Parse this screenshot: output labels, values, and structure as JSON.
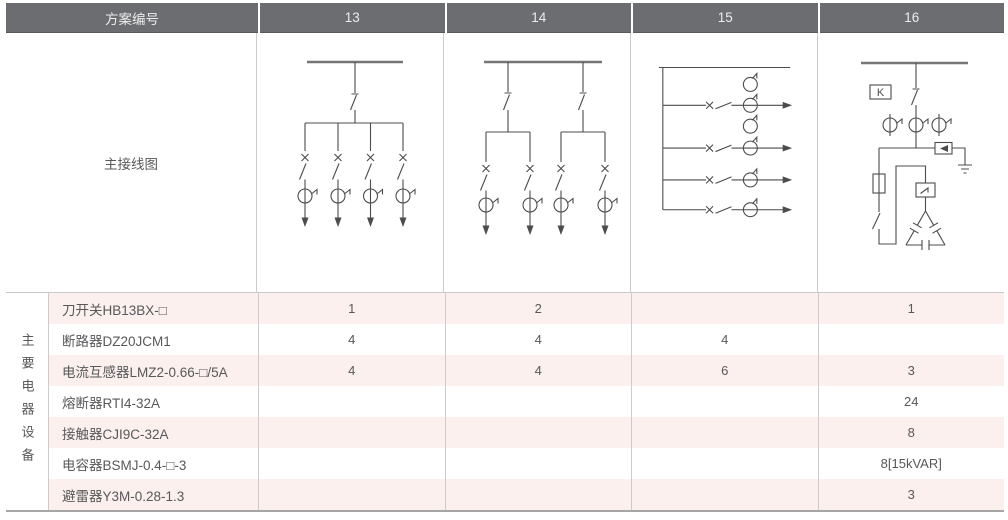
{
  "header": {
    "scheme_label": "方案编号",
    "columns": [
      "13",
      "14",
      "15",
      "16"
    ]
  },
  "diagram_row": {
    "label": "主接线图",
    "k_box_label": "K"
  },
  "equipment": {
    "side_label": "主要电器设备",
    "rows": [
      {
        "name": "刀开关HB13BX-□",
        "values": [
          "1",
          "2",
          "",
          "1"
        ]
      },
      {
        "name": "断路器DZ20JCM1",
        "values": [
          "4",
          "4",
          "4",
          ""
        ]
      },
      {
        "name": "电流互感器LMZ2-0.66-□/5A",
        "values": [
          "4",
          "4",
          "6",
          "3"
        ]
      },
      {
        "name": "熔断器RTI4-32A",
        "values": [
          "",
          "",
          "",
          "24"
        ]
      },
      {
        "name": "接触器CJI9C-32A",
        "values": [
          "",
          "",
          "",
          "8"
        ]
      },
      {
        "name": "电容器BSMJ-0.4-□-3",
        "values": [
          "",
          "",
          "",
          "8[15kVAR]"
        ]
      },
      {
        "name": "避雷器Y3M-0.28-1.3",
        "values": [
          "",
          "",
          "",
          "3"
        ]
      }
    ]
  },
  "colors": {
    "header_bg": "#6b6d70",
    "header_text": "#ececed",
    "row_highlight": "#fbf0ed",
    "grid_line": "#cccccc",
    "diagram_stroke": "#4c4c4c",
    "body_text": "#57585a"
  }
}
